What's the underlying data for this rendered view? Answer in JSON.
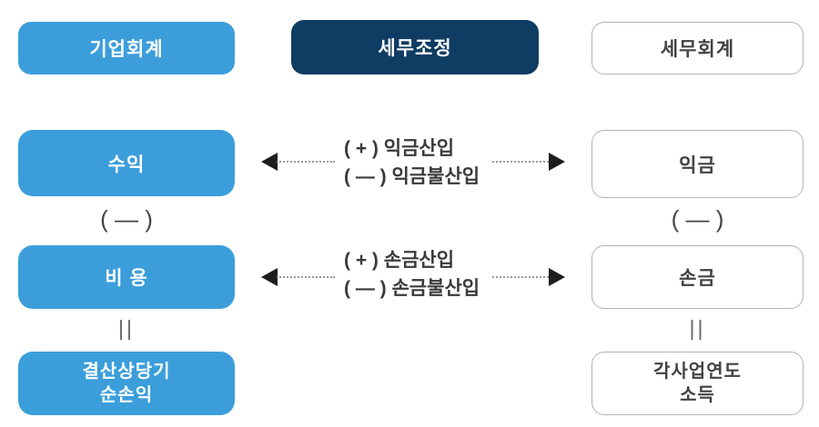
{
  "colors": {
    "light_blue": "#3B9EDB",
    "navy": "#0E3C63",
    "outline_border": "#b3b3b3",
    "text_dark": "#3a3a3a",
    "arrow_black": "#1e1e1e",
    "dotted_gray": "#999999"
  },
  "headers": {
    "company": "기업회계",
    "adjustment": "세무조정",
    "tax": "세무회계"
  },
  "row_revenue": {
    "left": "수익",
    "plus": "( + ) 익금산입",
    "minus": "( — ) 익금불산입",
    "right": "익금"
  },
  "connector_minus": {
    "left": "( — )",
    "right": "( — )"
  },
  "row_expense": {
    "left": "비 용",
    "plus": "( + ) 손금산입",
    "minus": "( — ) 손금불산입",
    "right": "손금"
  },
  "connector_equals": {
    "left": "||",
    "right": "||"
  },
  "row_result": {
    "left_line1": "결산상당기",
    "left_line2": "순손익",
    "right_line1": "각사업연도",
    "right_line2": "소득"
  }
}
